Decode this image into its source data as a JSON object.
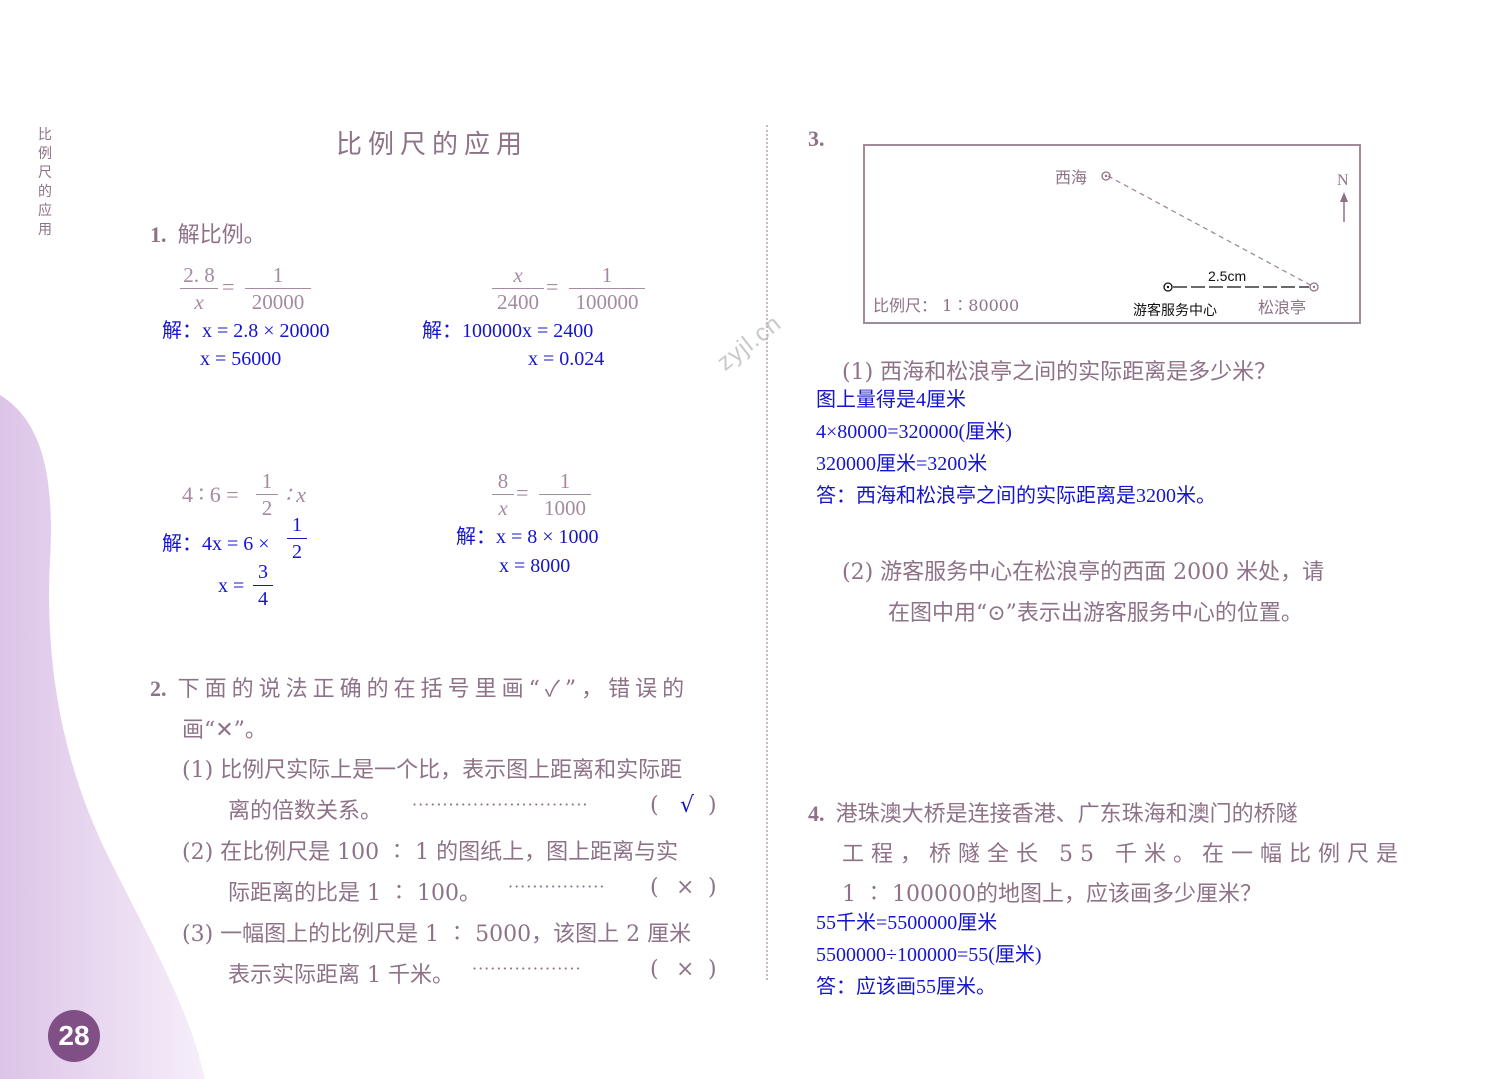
{
  "side_tab": [
    "比",
    "例",
    "尺",
    "的",
    "应",
    "用"
  ],
  "page_title": "比例尺的应用",
  "page_number": "28",
  "watermark": "zyjl.cn",
  "q1": {
    "num": "1.",
    "text": "解比例。",
    "a": {
      "lhs_num": "2. 8",
      "lhs_den": "x",
      "eq": "=",
      "rhs_num": "1",
      "rhs_den": "20000",
      "sol_label": "解：",
      "sol1": "x = 2.8 × 20000",
      "sol2": "x = 56000"
    },
    "b": {
      "lhs_num": "x",
      "lhs_den": "2400",
      "eq": "=",
      "rhs_num": "1",
      "rhs_den": "100000",
      "sol_label": "解：",
      "sol1": "100000x = 2400",
      "sol2": "x = 0.024"
    },
    "c": {
      "left": "4 ∶ 6 =",
      "frac_num": "1",
      "frac_den": "2",
      "right": "∶ x",
      "sol_label": "解：",
      "sol1": "4x = 6 ×",
      "sol1_num": "1",
      "sol1_den": "2",
      "sol2": "x =",
      "sol2_num": "3",
      "sol2_den": "4"
    },
    "d": {
      "lhs_num": "8",
      "lhs_den": "x",
      "eq": "=",
      "rhs_num": "1",
      "rhs_den": "1000",
      "sol_label": "解：",
      "sol1": "x = 8 × 1000",
      "sol2": "x = 8000"
    }
  },
  "q2": {
    "num": "2.",
    "line1": "下面的说法正确的在括号里画“✓”，错误的",
    "line2": "画“✕”。",
    "items": [
      {
        "l1": "(1) 比例尺实际上是一个比，表示图上距离和实际距",
        "l2": "离的倍数关系。",
        "dots": "·····························",
        "lp": "(",
        "mark": "√",
        "rp": ")"
      },
      {
        "l1": "(2) 在比例尺是 100 ∶ 1 的图纸上，图上距离与实",
        "l2": "际距离的比是 1 ∶ 100。",
        "dots": "················",
        "lp": "(",
        "mark": "×",
        "rp": ")"
      },
      {
        "l1": "(3) 一幅图上的比例尺是 1 ∶ 5000，该图上 2 厘米",
        "l2": "表示实际距离 1 千米。",
        "dots": "··················",
        "lp": "(",
        "mark": "×",
        "rp": ")"
      }
    ]
  },
  "q3": {
    "num": "3.",
    "map": {
      "xihai": "西海",
      "north": "N",
      "scale": "比例尺： 1∶80000",
      "distance": "2.5cm",
      "center": "游客服务中心",
      "songlang": "松浪亭"
    },
    "p1": {
      "question": "(1) 西海和松浪亭之间的实际距离是多少米？",
      "a1": "图上量得是4厘米",
      "a2": "4×80000=320000(厘米)",
      "a3": "320000厘米=3200米",
      "a4": "答：西海和松浪亭之间的实际距离是3200米。"
    },
    "p2": {
      "l1": "(2) 游客服务中心在松浪亭的西面 2000 米处，请",
      "l2": "在图中用“⊙”表示出游客服务中心的位置。"
    }
  },
  "q4": {
    "num": "4.",
    "l1": "港珠澳大桥是连接香港、广东珠海和澳门的桥隧",
    "l2": "工程，桥隧全长 55 千米。在一幅比例尺是",
    "l3": "1 ∶ 100000的地图上，应该画多少厘米？",
    "a1": "55千米=5500000厘米",
    "a2": "5500000÷100000=55(厘米)",
    "a3": "答：应该画55厘米。"
  },
  "colors": {
    "pink_text": "#8e7288",
    "answer_blue": "#1515cc",
    "deco_purple": "#e6d3ef",
    "page_badge": "#7f4f86"
  }
}
